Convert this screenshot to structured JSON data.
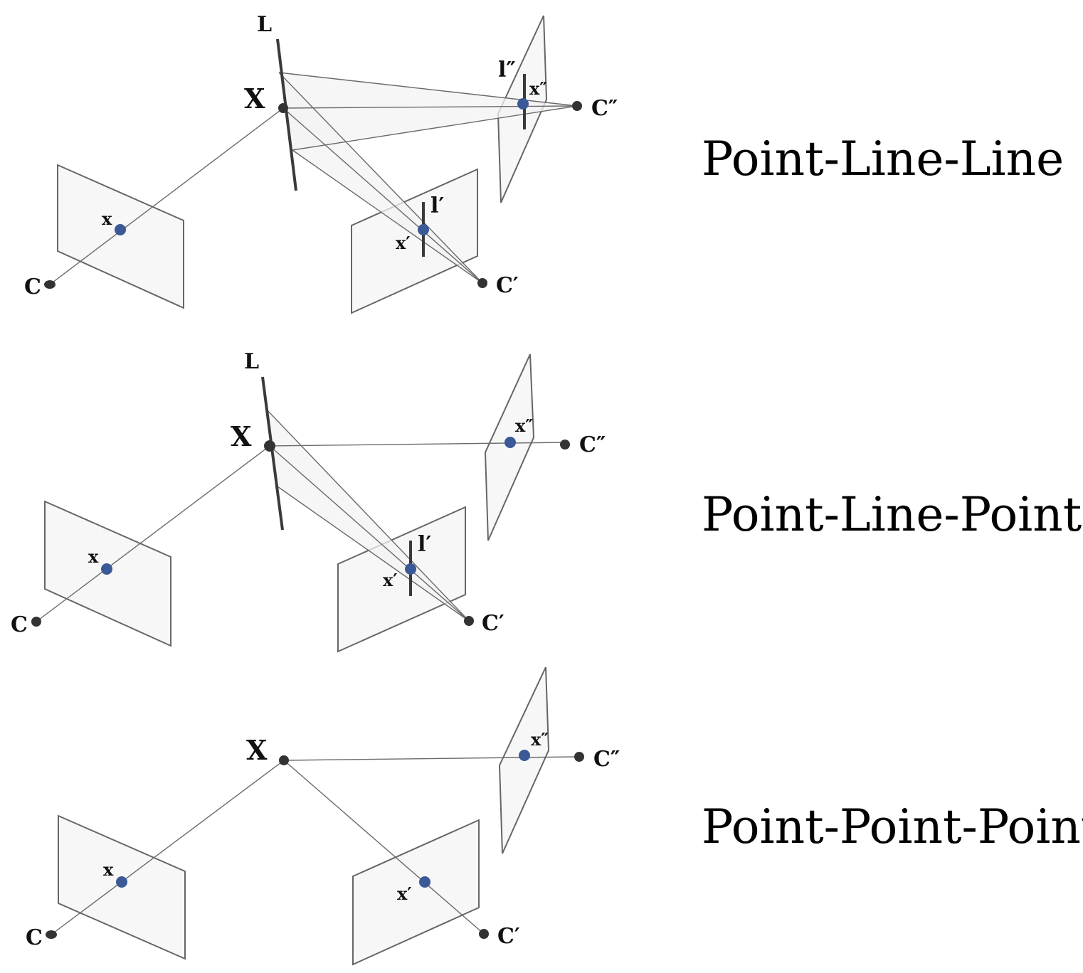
{
  "panels": [
    {
      "title": "Point-Line-Line",
      "labels": {
        "L": "L",
        "X": "X",
        "x": "x",
        "C": "C",
        "x_prime": "x′",
        "l_prime": "l′",
        "C_prime": "C′",
        "x_dprime": "x″",
        "l_dprime": "l″",
        "C_dprime": "C″"
      }
    },
    {
      "title": "Point-Line-Point",
      "labels": {
        "L": "L",
        "X": "X",
        "x": "x",
        "C": "C",
        "x_prime": "x′",
        "l_prime": "l′",
        "C_prime": "C′",
        "x_dprime": "x″",
        "C_dprime": "C″"
      }
    },
    {
      "title": "Point-Point-Point",
      "labels": {
        "X": "X",
        "x": "x",
        "C": "C",
        "x_prime": "x′",
        "C_prime": "C′",
        "x_dprime": "x″",
        "C_dprime": "C″"
      }
    }
  ],
  "colors": {
    "image_point": "#3a5996",
    "camera_center": "#333333",
    "plane_fill": "#f7f7f7",
    "plane_stroke": "#666666"
  }
}
